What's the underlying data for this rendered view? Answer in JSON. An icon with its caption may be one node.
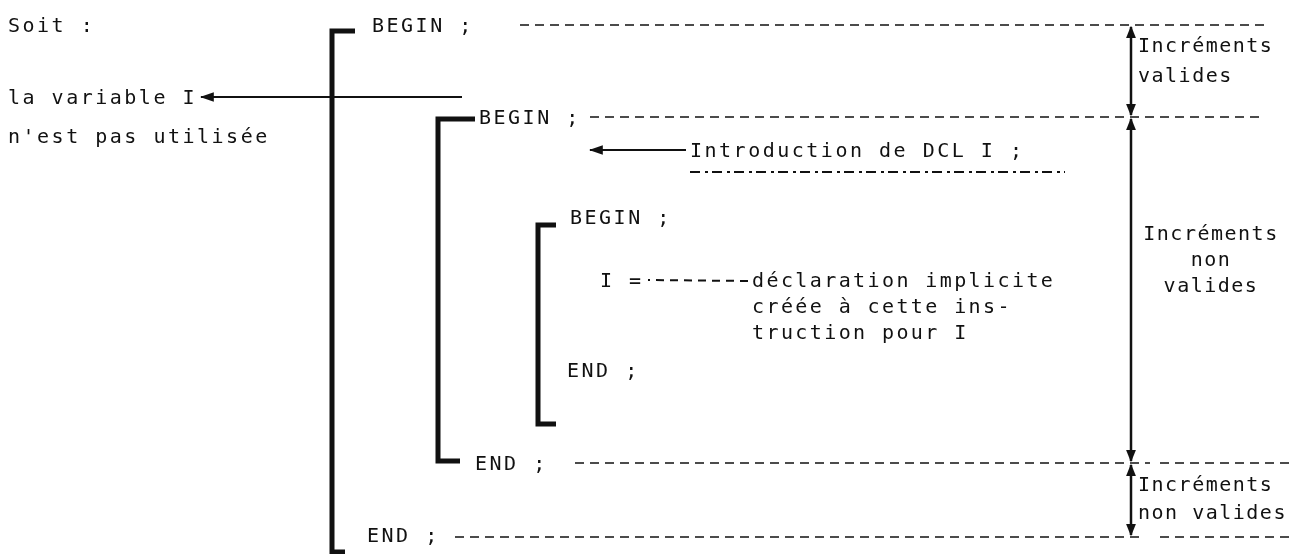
{
  "diagram": {
    "nodes": [
      {
        "text": [
          "la variable I"
        ]
      },
      {
        "text": [
          "Introduction de DCL I ;"
        ]
      },
      {
        "text": [
          "I ="
        ]
      },
      {
        "text": [
          "déclaration implicite créée à cette ins- truction pour I"
        ]
      }
    ],
    "edges": [
      {
        "from": null,
        "to": 0,
        "arrow": "to"
      },
      {
        "from": 1,
        "to": null,
        "arrow": "to"
      },
      {
        "from": 3,
        "to": 2,
        "arrow": "none",
        "style": "dashed"
      }
    ],
    "labels": [
      "Soit :",
      "BEGIN ;",
      "Incréments valides",
      "n'est pas utilisée",
      "BEGIN ;",
      "BEGIN ;",
      "Incréments non valides",
      "END ;",
      "END ;",
      "END ;",
      "Incréments non valides"
    ]
  }
}
